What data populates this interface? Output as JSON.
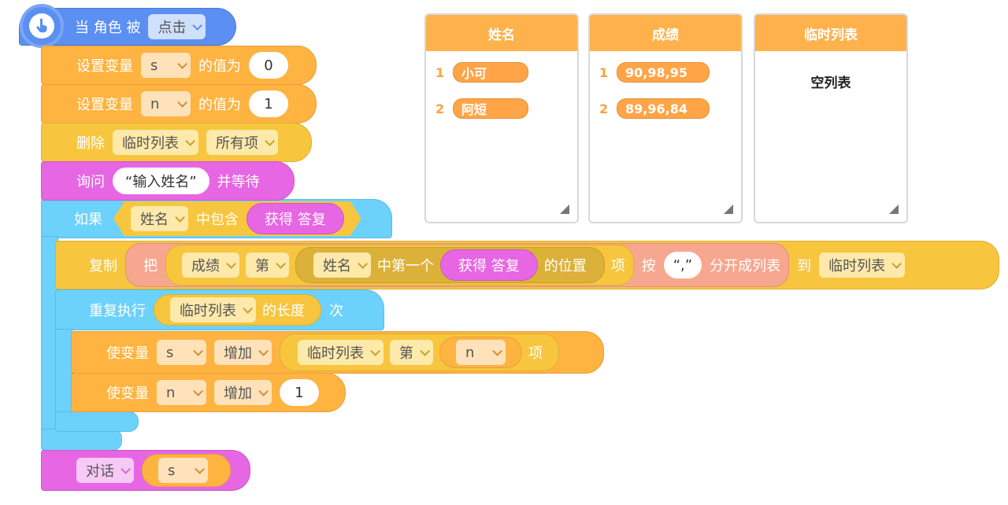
{
  "blocks": {
    "event": {
      "prefix": "当 角色 被",
      "dropdown": "点击"
    },
    "set_s": {
      "label": "设置变量",
      "var": "s",
      "mid": "的值为",
      "value": "0"
    },
    "set_n": {
      "label": "设置变量",
      "var": "n",
      "mid": "的值为",
      "value": "1"
    },
    "delete": {
      "label": "删除",
      "list": "临时列表",
      "option": "所有项"
    },
    "ask": {
      "label": "询问",
      "question": "“输入姓名”",
      "suffix": "并等待"
    },
    "if": {
      "label": "如果",
      "list": "姓名",
      "contains": "中包含",
      "answer": "获得 答复"
    },
    "copy": {
      "label": "复制",
      "ba": "把",
      "list": "成绩",
      "di": "第",
      "name_list": "姓名",
      "first": "中第一个",
      "answer": "获得 答复",
      "pos": "的位置",
      "xiang": "项",
      "an": "按",
      "sep": "“,”",
      "split": "分开成列表",
      "dao": "到",
      "target": "临时列表"
    },
    "repeat": {
      "label": "重复执行",
      "list": "临时列表",
      "len": "的长度",
      "times": "次"
    },
    "inc_s": {
      "label": "使变量",
      "var": "s",
      "op": "增加",
      "list": "临时列表",
      "di": "第",
      "idx": "n",
      "xiang": "项"
    },
    "inc_n": {
      "label": "使变量",
      "var": "n",
      "op": "增加",
      "value": "1"
    },
    "say": {
      "label": "对话",
      "var": "s"
    }
  },
  "panels": [
    {
      "title": "姓名",
      "items": [
        {
          "index": "1",
          "value": "小可"
        },
        {
          "index": "2",
          "value": "阿短"
        }
      ]
    },
    {
      "title": "成绩",
      "items": [
        {
          "index": "1",
          "value": "90,98,95"
        },
        {
          "index": "2",
          "value": "89,96,84"
        }
      ]
    },
    {
      "title": "临时列表",
      "empty_text": "空列表"
    }
  ],
  "colors": {
    "event": "#5b8ff2",
    "variable": "#ffb341",
    "list": "#f7c63e",
    "sensing": "#e766e3",
    "control": "#6cd2fb",
    "operator": "#f7a78f"
  },
  "icons": {
    "event_hat": "hand-pointer-icon"
  }
}
